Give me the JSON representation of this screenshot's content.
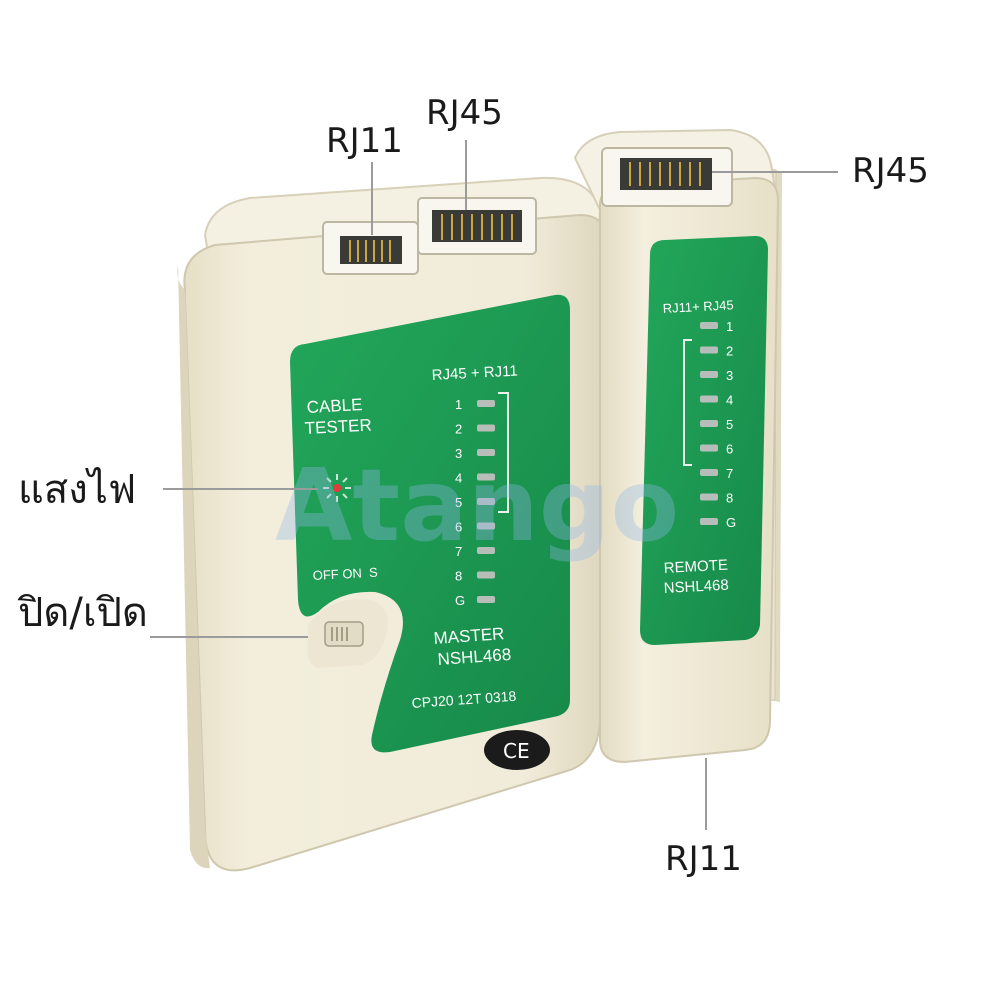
{
  "callouts": {
    "master_rj11": "RJ11",
    "master_rj45": "RJ45",
    "remote_rj45": "RJ45",
    "remote_rj11": "RJ11",
    "light": "แสงไฟ",
    "power": "ปิด/เปิด"
  },
  "master": {
    "cable_tester_line1": "CABLE",
    "cable_tester_line2": "TESTER",
    "port_header": "RJ45 + RJ11",
    "leds": [
      "1",
      "2",
      "3",
      "4",
      "5",
      "6",
      "7",
      "8",
      "G"
    ],
    "switch_label": "OFF ON  S",
    "model_line1": "MASTER",
    "model_line2": "NSHL468",
    "serial": "CPJ20 12T 0318",
    "ce_mark": "CE"
  },
  "remote": {
    "port_header": "RJ11+ RJ45",
    "leds": [
      "1",
      "2",
      "3",
      "4",
      "5",
      "6",
      "7",
      "8",
      "G"
    ],
    "model_line1": "REMOTE",
    "model_line2": "NSHL468"
  },
  "watermark": "Atango",
  "colors": {
    "body": "#efe9d6",
    "panel_green": "#1f9a52",
    "led_grey": "#b7bdb8"
  }
}
